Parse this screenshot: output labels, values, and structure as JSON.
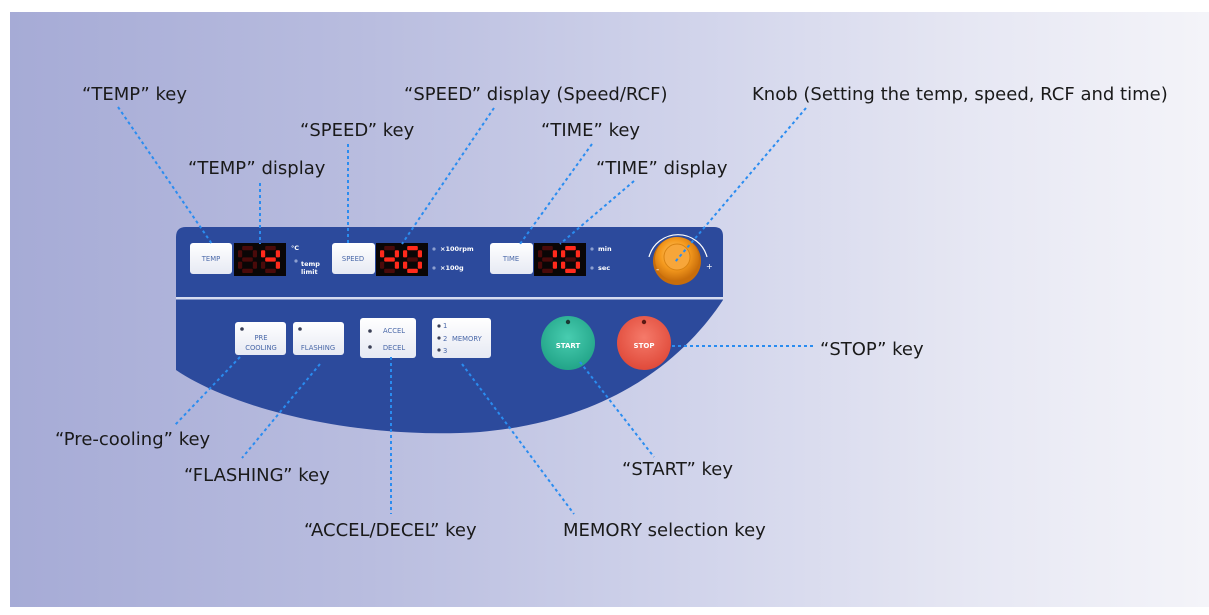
{
  "callouts": {
    "temp_key": "“TEMP” key",
    "speed_display": "“SPEED” display (Speed/RCF)",
    "knob": "Knob (Setting the temp, speed, RCF and time)",
    "speed_key": "“SPEED” key",
    "time_key": "“TIME” key",
    "temp_display": "“TEMP” display",
    "time_display": "“TIME” display",
    "stop_key": "“STOP” key",
    "precooling_key": "“Pre-cooling” key",
    "flashing_key": "“FLASHING” key",
    "start_key": "“START” key",
    "accel_decel_key": "“ACCEL/DECEL” key",
    "memory_key": "MEMORY selection key"
  },
  "panel": {
    "keys": {
      "temp": "TEMP",
      "speed": "SPEED",
      "time": "TIME",
      "pre": "PRE",
      "cooling": "COOLING",
      "flashing": "FLASHING",
      "accel": "ACCEL",
      "decel": "DECEL",
      "mem1": "1",
      "mem2": "2",
      "memory": "MEMORY",
      "mem3": "3",
      "start": "START",
      "stop": "STOP"
    },
    "units": {
      "celsius": "°C",
      "temp": "temp",
      "limit": "limit",
      "x100rpm": "×100rpm",
      "x100g": "×100g",
      "min": "min",
      "sec": "sec",
      "knob_minus": "-",
      "knob_plus": "+"
    },
    "displays": {
      "temp": "4",
      "speed": "40",
      "time": "10"
    }
  },
  "colors": {
    "panel_blue": "#2c4a9c",
    "led_red": "#ff2a1c",
    "start_green": "#2fb89a",
    "stop_red": "#ec5848",
    "knob_orange": "#f59a1e",
    "callout_line": "#2a8cf0"
  }
}
